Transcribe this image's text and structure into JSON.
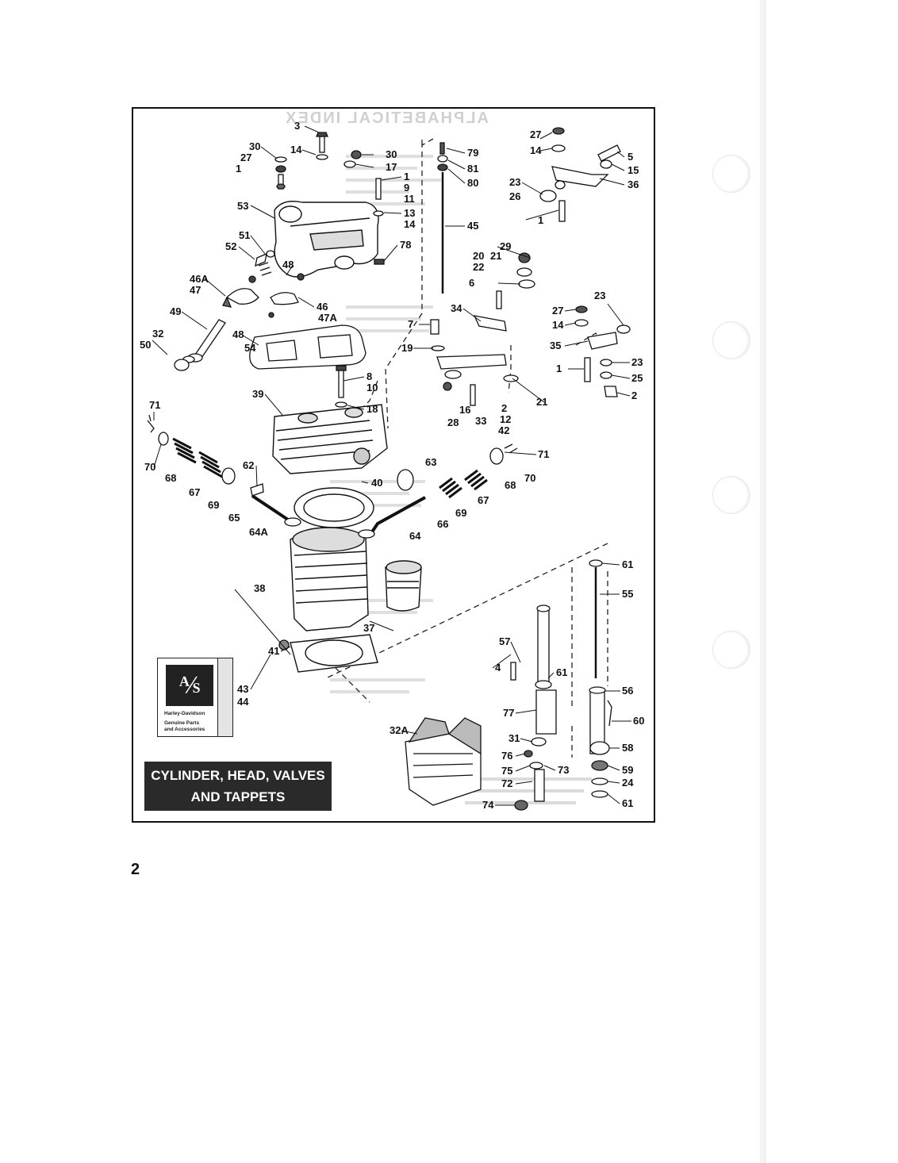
{
  "page": {
    "number": "2",
    "caption_line1": "CYLINDER, HEAD, VALVES",
    "caption_line2": "AND TAPPETS",
    "bleed_title": "ALPHABETICAL INDEX",
    "brand_name": "Harley-Davidson",
    "brand_line1": "Genuine Parts",
    "brand_line2": "and Accessories"
  },
  "callouts": [
    {
      "id": "3"
    },
    {
      "id": "14"
    },
    {
      "id": "30"
    },
    {
      "id": "27"
    },
    {
      "id": "1"
    },
    {
      "id": "30"
    },
    {
      "id": "17"
    },
    {
      "id": "1"
    },
    {
      "id": "9"
    },
    {
      "id": "11"
    },
    {
      "id": "13"
    },
    {
      "id": "14"
    },
    {
      "id": "53"
    },
    {
      "id": "51"
    },
    {
      "id": "52"
    },
    {
      "id": "78"
    },
    {
      "id": "48"
    },
    {
      "id": "46A"
    },
    {
      "id": "47"
    },
    {
      "id": "49"
    },
    {
      "id": "46"
    },
    {
      "id": "47A"
    },
    {
      "id": "48"
    },
    {
      "id": "32"
    },
    {
      "id": "50"
    },
    {
      "id": "54"
    },
    {
      "id": "8"
    },
    {
      "id": "10"
    },
    {
      "id": "39"
    },
    {
      "id": "18"
    },
    {
      "id": "71"
    },
    {
      "id": "70"
    },
    {
      "id": "68"
    },
    {
      "id": "67"
    },
    {
      "id": "69"
    },
    {
      "id": "62"
    },
    {
      "id": "40"
    },
    {
      "id": "65"
    },
    {
      "id": "64A"
    },
    {
      "id": "64"
    },
    {
      "id": "38"
    },
    {
      "id": "37"
    },
    {
      "id": "41"
    },
    {
      "id": "43"
    },
    {
      "id": "44"
    },
    {
      "id": "79"
    },
    {
      "id": "81"
    },
    {
      "id": "80"
    },
    {
      "id": "45"
    },
    {
      "id": "29"
    },
    {
      "id": "20"
    },
    {
      "id": "21"
    },
    {
      "id": "22"
    },
    {
      "id": "6"
    },
    {
      "id": "34"
    },
    {
      "id": "7"
    },
    {
      "id": "19"
    },
    {
      "id": "16"
    },
    {
      "id": "28"
    },
    {
      "id": "33"
    },
    {
      "id": "21"
    },
    {
      "id": "2"
    },
    {
      "id": "12"
    },
    {
      "id": "42"
    },
    {
      "id": "63"
    },
    {
      "id": "71"
    },
    {
      "id": "70"
    },
    {
      "id": "68"
    },
    {
      "id": "67"
    },
    {
      "id": "69"
    },
    {
      "id": "66"
    },
    {
      "id": "27"
    },
    {
      "id": "14"
    },
    {
      "id": "5"
    },
    {
      "id": "15"
    },
    {
      "id": "36"
    },
    {
      "id": "23"
    },
    {
      "id": "26"
    },
    {
      "id": "1"
    },
    {
      "id": "27"
    },
    {
      "id": "14"
    },
    {
      "id": "23"
    },
    {
      "id": "35"
    },
    {
      "id": "1"
    },
    {
      "id": "23"
    },
    {
      "id": "25"
    },
    {
      "id": "2"
    },
    {
      "id": "61"
    },
    {
      "id": "55"
    },
    {
      "id": "57"
    },
    {
      "id": "4"
    },
    {
      "id": "61"
    },
    {
      "id": "56"
    },
    {
      "id": "77"
    },
    {
      "id": "60"
    },
    {
      "id": "32A"
    },
    {
      "id": "31"
    },
    {
      "id": "58"
    },
    {
      "id": "76"
    },
    {
      "id": "75"
    },
    {
      "id": "73"
    },
    {
      "id": "59"
    },
    {
      "id": "72"
    },
    {
      "id": "24"
    },
    {
      "id": "74"
    },
    {
      "id": "61"
    }
  ]
}
